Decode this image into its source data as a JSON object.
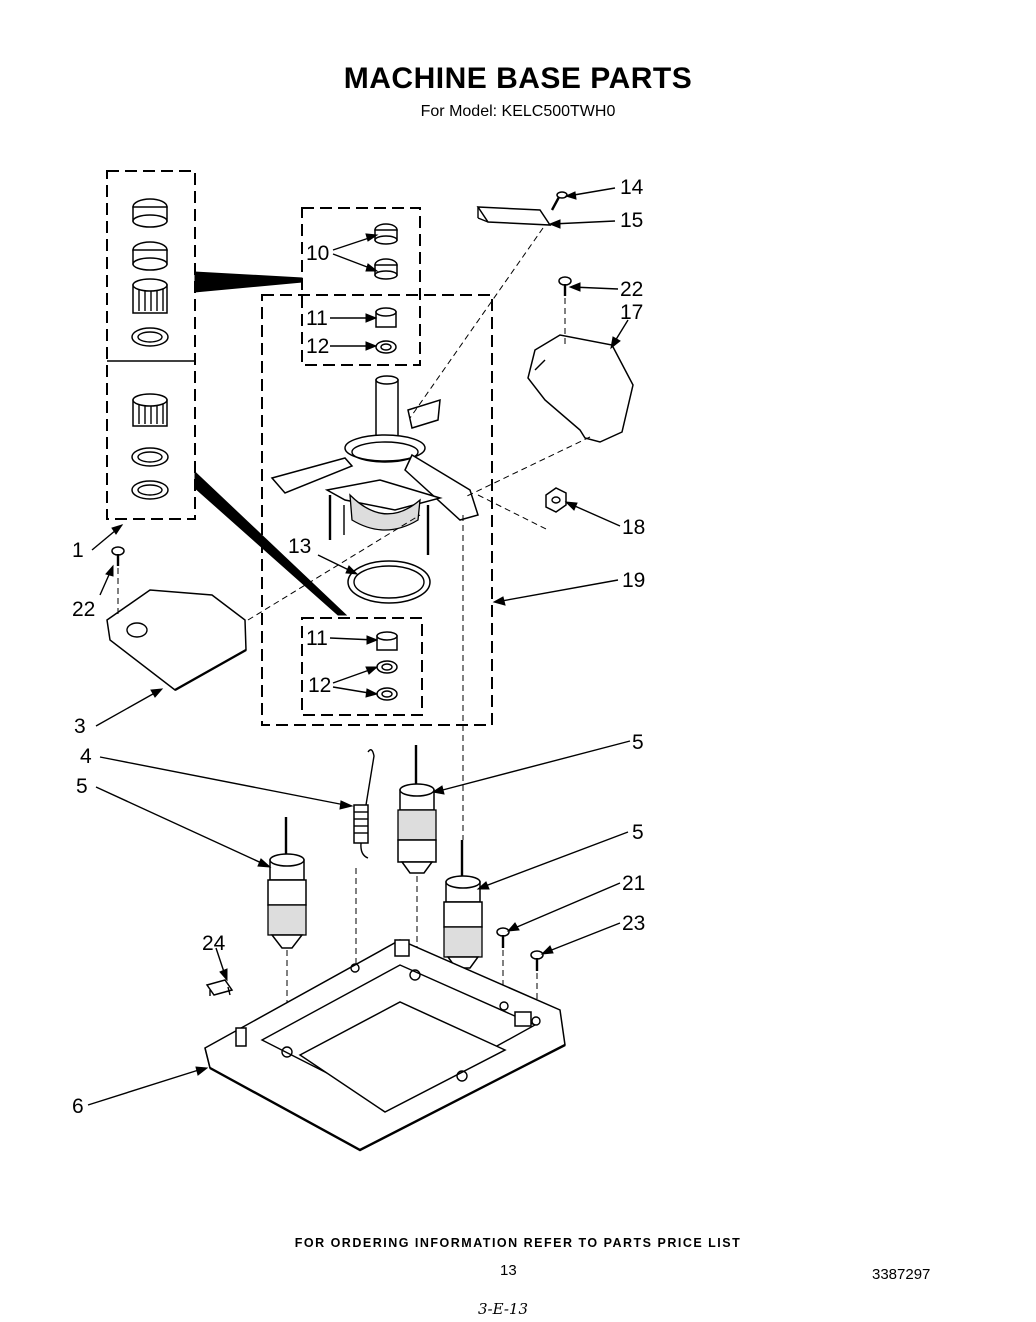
{
  "title": "MACHINE BASE PARTS",
  "subtitle": "For Model: KELC500TWH0",
  "footer_note": "FOR ORDERING INFORMATION REFER TO PARTS PRICE LIST",
  "page_number": "13",
  "doc_number": "3387297",
  "handwritten_mark": "3-E-13",
  "callouts": {
    "c1": "1",
    "c3": "3",
    "c4": "4",
    "c5a": "5",
    "c5b": "5",
    "c5c": "5",
    "c6": "6",
    "c10": "10",
    "c11a": "11",
    "c11b": "11",
    "c12a": "12",
    "c12b": "12",
    "c13": "13",
    "c14": "14",
    "c15": "15",
    "c17": "17",
    "c18": "18",
    "c19": "19",
    "c21": "21",
    "c22a": "22",
    "c22b": "22",
    "c23": "23",
    "c24": "24"
  }
}
